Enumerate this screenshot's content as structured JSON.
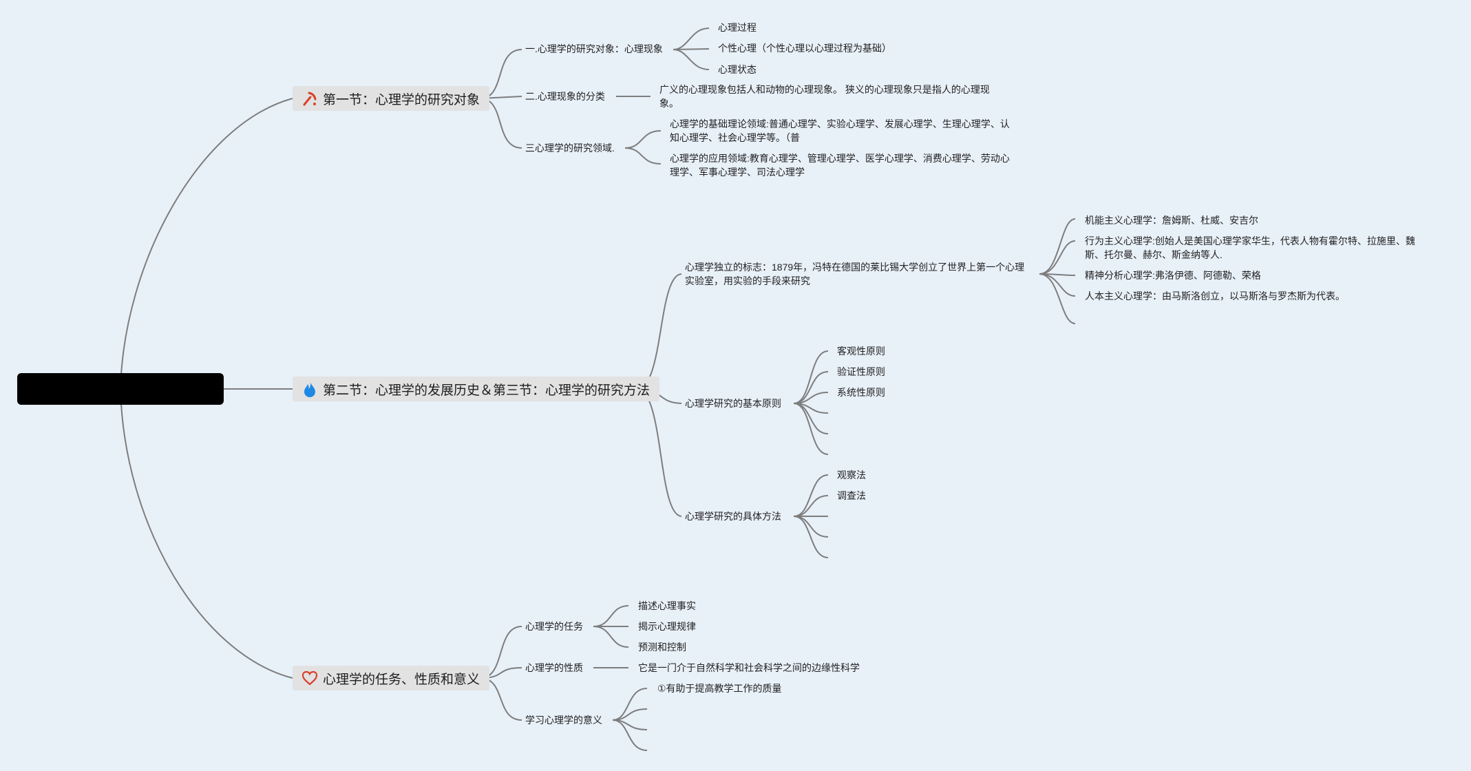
{
  "root": {
    "label": ""
  },
  "sections": [
    {
      "label": "第一节：心理学的研究对象",
      "icon": "pick-icon",
      "children": [
        {
          "label": "一.心理学的研究对象：心理现象",
          "children": [
            "心理过程",
            "个性心理（个性心理以心理过程为基础）",
            "心理状态"
          ]
        },
        {
          "label": "二.心理现象的分类",
          "children": [
            "广义的心理现象包括人和动物的心理现象。 狭义的心理现象只是指人的心理现象。"
          ]
        },
        {
          "label": "三心理学的研究领域.",
          "children": [
            "心理学的基础理论领域:普通心理学、实验心理学、发展心理学、生理心理学、认知心理学、社会心理学等。（普",
            "心理学的应用领域:教育心理学、管理心理学、医学心理学、消费心理学、劳动心理学、军事心理学、司法心理学"
          ]
        }
      ]
    },
    {
      "label": "第二节：心理学的发展历史＆第三节：心理学的研究方法",
      "icon": "flame-icon",
      "children": [
        {
          "label": "心理学独立的标志：1879年，冯特在德国的莱比锡大学创立了世界上第一个心理实验室，用实验的手段来研究",
          "children": [
            "机能主义心理学：詹姆斯、杜威、安吉尔",
            "行为主义心理学:创始人是美国心理学家华生，代表人物有霍尔特、拉施里、魏斯、托尔曼、赫尔、斯金纳等人.",
            "精神分析心理学:弗洛伊德、阿德勒、荣格",
            "人本主义心理学：由马斯洛创立，以马斯洛与罗杰斯为代表。",
            ""
          ]
        },
        {
          "label": "心理学研究的基本原则",
          "children": [
            "客观性原则",
            "验证性原则",
            "系统性原则",
            "",
            "",
            ""
          ]
        },
        {
          "label": "心理学研究的具体方法",
          "children": [
            "观察法",
            "调查法",
            "",
            "",
            ""
          ]
        }
      ]
    },
    {
      "label": "心理学的任务、性质和意义",
      "icon": "heart-icon",
      "children": [
        {
          "label": "心理学的任务",
          "children": [
            "描述心理事实",
            "揭示心理规律",
            "预测和控制"
          ]
        },
        {
          "label": "心理学的性质",
          "children": [
            "它是一门介于自然科学和社会科学之间的边缘性科学"
          ]
        },
        {
          "label": "学习心理学的意义",
          "children": [
            "①有助于提高教学工作的质量",
            "",
            "",
            ""
          ]
        }
      ]
    }
  ],
  "colors": {
    "background": "#e8f0f8",
    "connector": "#7d7d7d",
    "section_fill": "#e2e2e2",
    "root_fill": "#000000",
    "icon_red": "#d9402b",
    "icon_blue": "#1e88e5"
  }
}
